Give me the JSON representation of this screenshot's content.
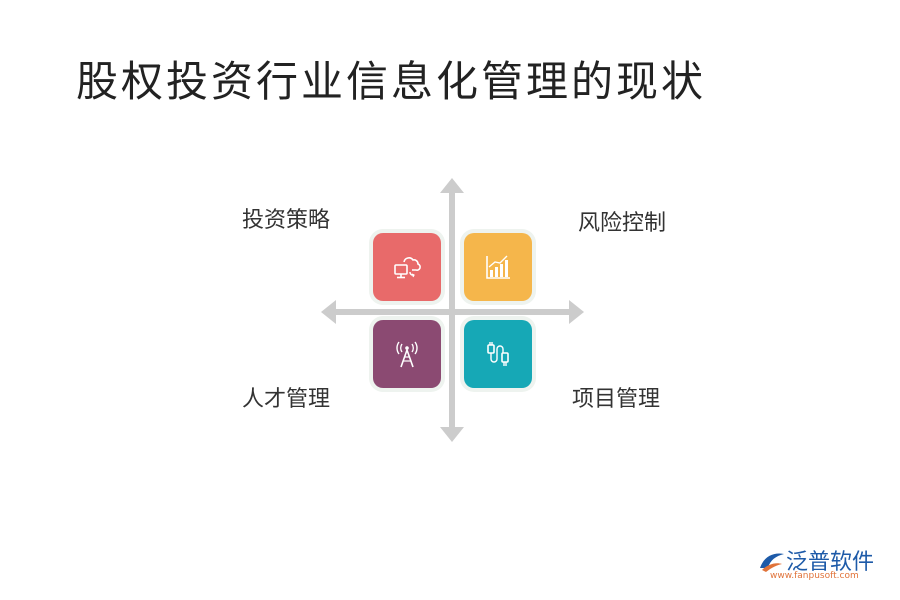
{
  "title": "股权投资行业信息化管理的现状",
  "quadrants": [
    {
      "label": "投资策略",
      "icon": "cloud-sync-monitor-icon",
      "color": "#e86a6a"
    },
    {
      "label": "风险控制",
      "icon": "bar-chart-icon",
      "color": "#f5b64b"
    },
    {
      "label": "人才管理",
      "icon": "radio-tower-icon",
      "color": "#8b4a72"
    },
    {
      "label": "项目管理",
      "icon": "cable-connector-icon",
      "color": "#16a8b6"
    }
  ],
  "axis_color": "#cccccc",
  "logo": {
    "name": "泛普软件",
    "url": "www.fanpusoft.com",
    "brand_color": "#1d5aa8",
    "accent_color": "#e0733a"
  }
}
